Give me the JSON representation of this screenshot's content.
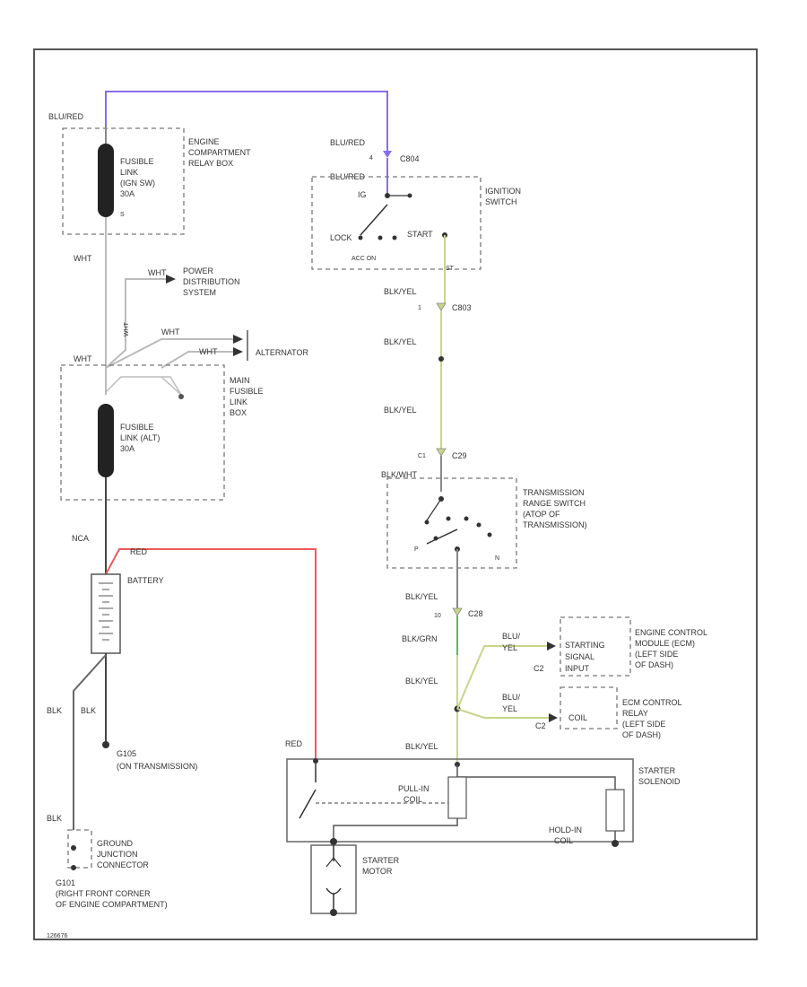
{
  "labels": {
    "blu_red_top": "BLU/RED",
    "blu_red_2": "BLU/RED",
    "blu_red_3": "BLU/RED",
    "eng_relay_box": [
      "ENGINE",
      "COMPARTMENT",
      "RELAY BOX"
    ],
    "fusible_link_1": [
      "FUSIBLE",
      "LINK",
      "(IGN SW)",
      "30A"
    ],
    "fusible_link_2": [
      "FUSIBLE",
      "LINK (ALT)",
      "30A"
    ],
    "s_label": "S",
    "whit_1": "WHT",
    "whit_2": "WHT",
    "whit_3": "WHT",
    "whit_4": "WHT",
    "whit_5": "WHT",
    "whit_6": "WHT",
    "power_dist": [
      "POWER",
      "DISTRIBUTION",
      "SYSTEM"
    ],
    "alternator": "ALTERNATOR",
    "main_fuse_box": [
      "MAIN",
      "FUSIBLE",
      "LINK",
      "BOX"
    ],
    "nca": "NCA",
    "red_1": "RED",
    "red_2": "RED",
    "battery": "BATTERY",
    "blk_1": "BLK",
    "blk_2": "BLK",
    "blk_3": "BLK",
    "g105": [
      "G105",
      "(ON TRANSMISSION)"
    ],
    "ground_junction": [
      "GROUND",
      "JUNCTION",
      "CONNECTOR"
    ],
    "g101": [
      "G101",
      "(RIGHT FRONT CORNER",
      "OF ENGINE COMPARTMENT)"
    ],
    "c804": "C804",
    "ignition_switch": [
      "IGNITION",
      "SWITCH"
    ],
    "ig": "IG",
    "lock": "LOCK",
    "start": "START",
    "acc_on": "ACC    ON",
    "st": "ST",
    "blk_yel_1": "BLK/YEL",
    "blk_yel_2": "BLK/YEL",
    "blk_yel_3": "BLK/YEL",
    "blk_yel_4": "BLK/YEL",
    "blk_yel_5": "BLK/YEL",
    "blk_yel_6": "BLK/YEL",
    "blk_wht": "BLK/WHT",
    "c803": "C803",
    "c803_pin": "1",
    "c29": "C29",
    "c29_pin": "C1",
    "c28": "C28",
    "c28_pin": "10",
    "blk_grn": "BLK/GRN",
    "trans_range": [
      "TRANSMISSION",
      "RANGE SWITCH",
      "(ATOP OF",
      "TRANSMISSION)"
    ],
    "p_label": "P",
    "n_label": "N",
    "blu_yel_1": [
      "BLU/",
      "YEL"
    ],
    "blu_yel_2": [
      "BLU/",
      "YEL"
    ],
    "ecm_module": [
      "ENGINE CONTROL",
      "MODULE (ECM)",
      "(LEFT SIDE",
      "OF DASH)"
    ],
    "starting_signal": [
      "STARTING",
      "SIGNAL",
      "INPUT"
    ],
    "c2_1": "C2",
    "c2_2": "C2",
    "ecm_relay": [
      "ECM CONTROL",
      "RELAY",
      "(LEFT SIDE",
      "OF DASH)"
    ],
    "coil": "COIL",
    "starter_solenoid": [
      "STARTER",
      "SOLENOID"
    ],
    "pullin_coil": [
      "PULL-IN",
      "COIL"
    ],
    "holdin_coil": [
      "HOLD-IN",
      "COIL"
    ],
    "starter_motor": [
      "STARTER",
      "MOTOR"
    ],
    "ref": "126676"
  },
  "colors": {
    "blu_red": "#8a6cf0",
    "red": "#ee5a5a",
    "yellow_green": "#c6d68a",
    "green": "#5cb85c",
    "wire_dark": "#555555",
    "wire_light": "#bbbbbb"
  }
}
